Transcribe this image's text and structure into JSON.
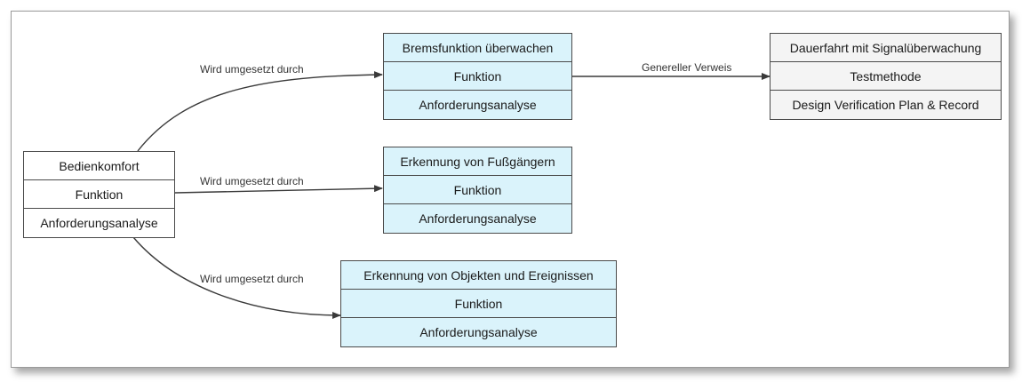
{
  "colors": {
    "box_blue": "#daf3fb",
    "box_white": "#ffffff",
    "box_grey": "#f4f4f4",
    "edge": "#3a3a3a",
    "border": "#4a4a4a"
  },
  "nodes": {
    "source": {
      "title": "Bedienkomfort",
      "type": "Funktion",
      "analysis": "Anforderungsanalyse"
    },
    "brems": {
      "title": "Bremsfunktion überwachen",
      "type": "Funktion",
      "analysis": "Anforderungsanalyse"
    },
    "fuss": {
      "title": "Erkennung von Fußgängern",
      "type": "Funktion",
      "analysis": "Anforderungsanalyse"
    },
    "objekte": {
      "title": "Erkennung von Objekten und Ereignissen",
      "type": "Funktion",
      "analysis": "Anforderungsanalyse"
    },
    "dauerfahrt": {
      "title": "Dauerfahrt mit Signalüberwachung",
      "type": "Testmethode",
      "analysis": "Design Verification Plan & Record"
    }
  },
  "edges": {
    "to_brems": "Wird umgesetzt durch",
    "to_fuss": "Wird umgesetzt durch",
    "to_objekte": "Wird umgesetzt durch",
    "to_dauerfahrt": "Genereller Verweis"
  }
}
